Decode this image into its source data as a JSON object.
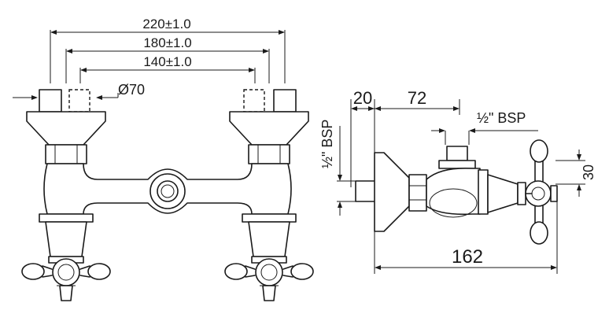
{
  "dimensions": {
    "overall_width": "220±1.0",
    "mid_width": "180±1.0",
    "inner_width": "140±1.0",
    "diameter": "Ø70",
    "side_offset": "20",
    "side_length": "72",
    "thread_top": "½\" BSP",
    "thread_vertical": "½\" BSP",
    "handle_height": "30",
    "total_depth": "162"
  }
}
